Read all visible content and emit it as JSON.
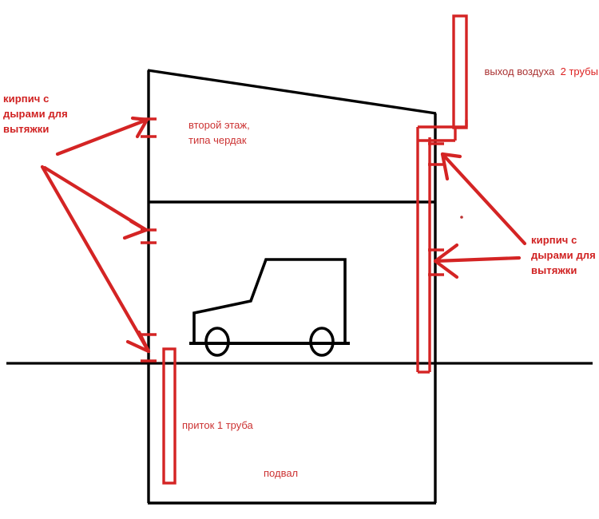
{
  "diagram": {
    "title": "Ventilation scheme of a garage with basement",
    "colors": {
      "structure": "#000000",
      "duct": "#d42424",
      "label_bold": "#d02020",
      "label_thin": "#cc3333",
      "label_muted": "#aa3333"
    },
    "labels": {
      "left_vent": "кирпич с\nдырами для\nвытяжки",
      "right_vent": "кирпич с\nдырами для\nвытяжки",
      "air_outlet": "выход воздуха",
      "air_outlet_count": "2 трубы",
      "second_floor": "второй этаж,\nтипа чердак",
      "intake": "приток 1 труба",
      "basement": "подвал"
    },
    "elements": {
      "building_outline": "house-outline",
      "roof_line": "sloped-roof",
      "floor_divider": "second-floor-slab",
      "ground_line": "ground-level",
      "car": "car-silhouette",
      "exhaust_stack": "exhaust-chimney-pipe",
      "exhaust_riser": "exhaust-vertical-duct",
      "exhaust_elbow": "exhaust-horizontal-duct",
      "intake_pipe": "intake-vertical-pipe",
      "vent_bricks": "vent-brick-openings",
      "arrows": "annotation-arrows"
    }
  }
}
